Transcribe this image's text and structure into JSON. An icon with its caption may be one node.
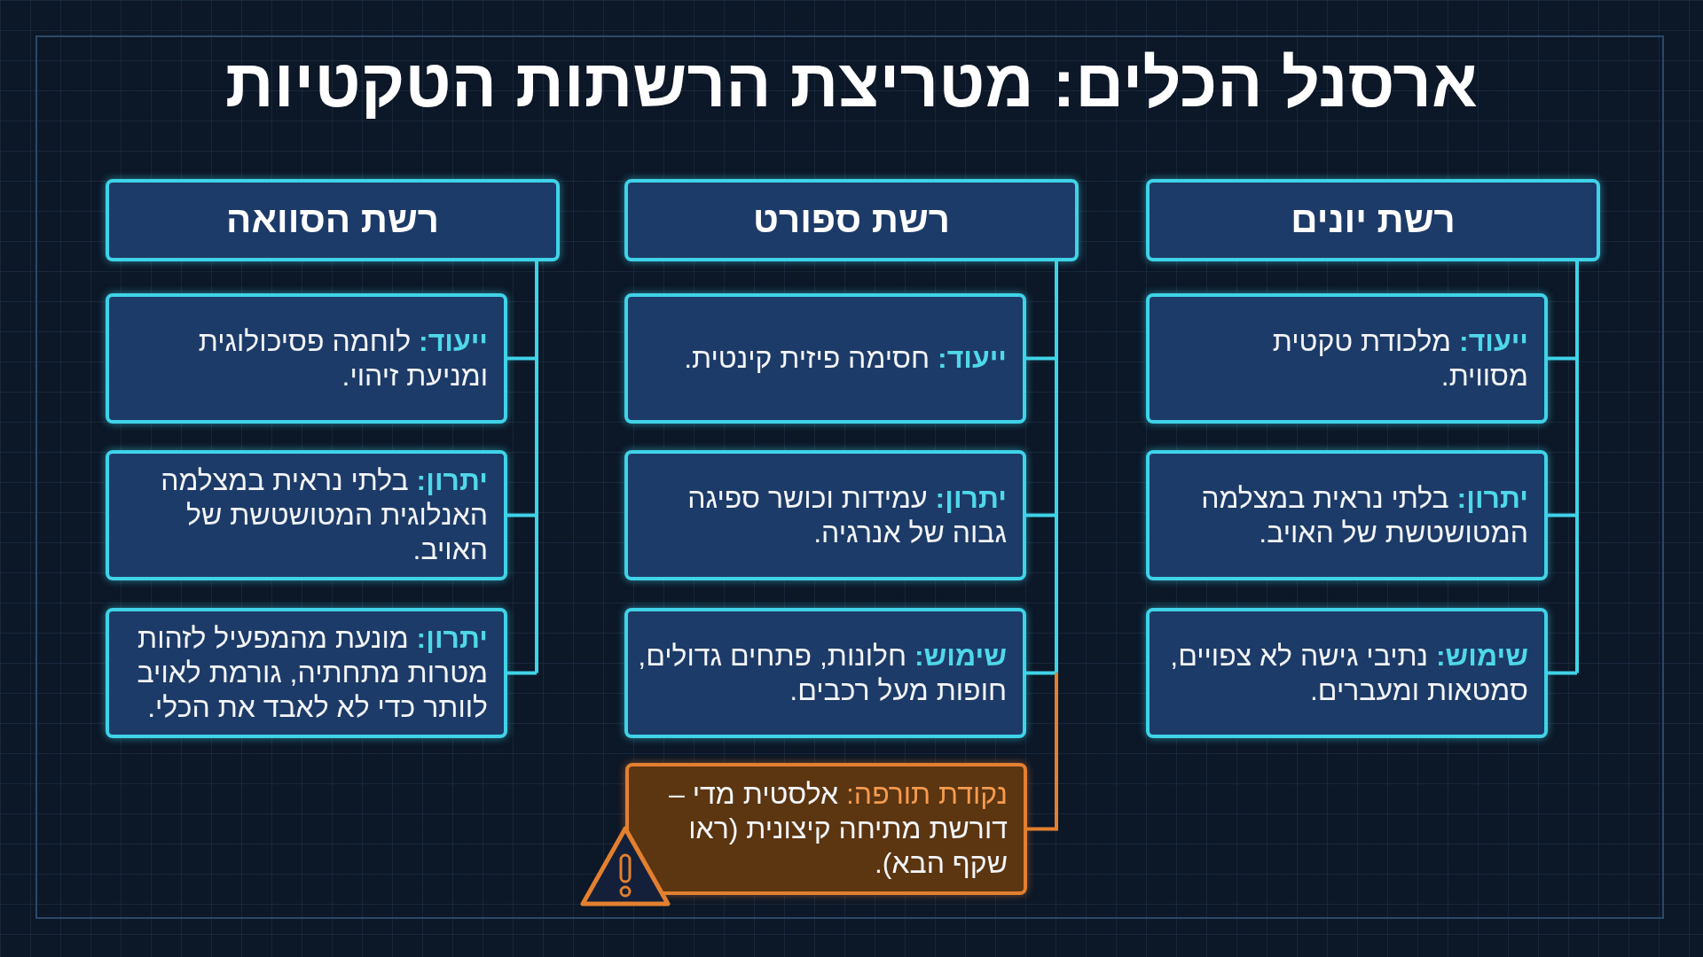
{
  "diagram": {
    "title": "ארסנל הכלים: מטריצת הרשתות הטקטיות",
    "nodes": [
      {
        "text": [
          "רשת יונים"
        ]
      },
      {
        "text": [
          "**ייעוד:** מלכודת טקטית מסווית."
        ]
      },
      {
        "text": [
          "**יתרון:** בלתי נראית במצלמה המטושטשת של האויב."
        ]
      },
      {
        "text": [
          "**שימוש:** נתיבי גישה לא צפויים, סמטאות ומעברים."
        ]
      },
      {
        "text": [
          "רשת ספורט"
        ]
      },
      {
        "text": [
          "**ייעוד:** חסימה פיזית קינטית."
        ]
      },
      {
        "text": [
          "**יתרון:** עמידות וכושר ספיגה גבוה של אנרגיה."
        ]
      },
      {
        "text": [
          "**שימוש:** חלונות, פתחים גדולים, חופות מעל רכבים."
        ]
      },
      {
        "text": [
          "**נקודת תורפה:** אלסטית מדי – דורשת מתיחה קיצונית (ראו שקף הבא)."
        ]
      },
      {
        "text": [
          "רשת הסוואה"
        ]
      },
      {
        "text": [
          "**ייעוד:** לוחמה פסיכולוגית ומניעת זיהוי."
        ]
      },
      {
        "text": [
          "**יתרון:** בלתי נראית במצלמה האנלוגית המטושטשת של האויב."
        ]
      },
      {
        "text": [
          "**יתרון:** מונעת מהמפעיל לזהות מטרות מתחתיה, גורמת לאויב לוותר כדי לא לאבד את הכלי."
        ]
      }
    ],
    "edges": [
      {
        "from": 0,
        "to": 1,
        "arrow": "none"
      },
      {
        "from": 0,
        "to": 2,
        "arrow": "none"
      },
      {
        "from": 0,
        "to": 3,
        "arrow": "none"
      },
      {
        "from": 4,
        "to": 5,
        "arrow": "none"
      },
      {
        "from": 4,
        "to": 6,
        "arrow": "none"
      },
      {
        "from": 4,
        "to": 7,
        "arrow": "none"
      },
      {
        "from": 7,
        "to": 8,
        "arrow": "none",
        "color": "#e3802f"
      },
      {
        "from": 9,
        "to": 10,
        "arrow": "none"
      },
      {
        "from": 9,
        "to": 11,
        "arrow": "none"
      },
      {
        "from": 9,
        "to": 12,
        "arrow": "none"
      }
    ]
  }
}
